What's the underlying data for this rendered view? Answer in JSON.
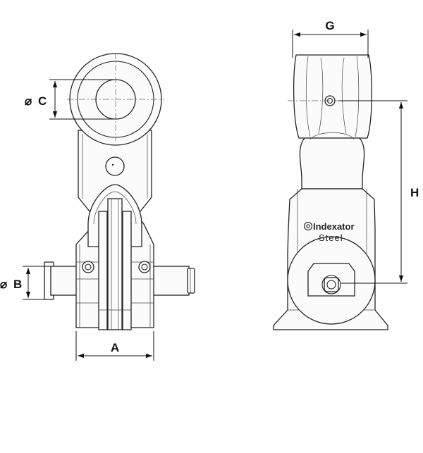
{
  "diagram": {
    "dimensions": {
      "A": "A",
      "B": "B",
      "C": "C",
      "G": "G",
      "H": "H"
    },
    "diameter_symbol": "⌀",
    "brand": "Indexator",
    "material": "Steel"
  }
}
